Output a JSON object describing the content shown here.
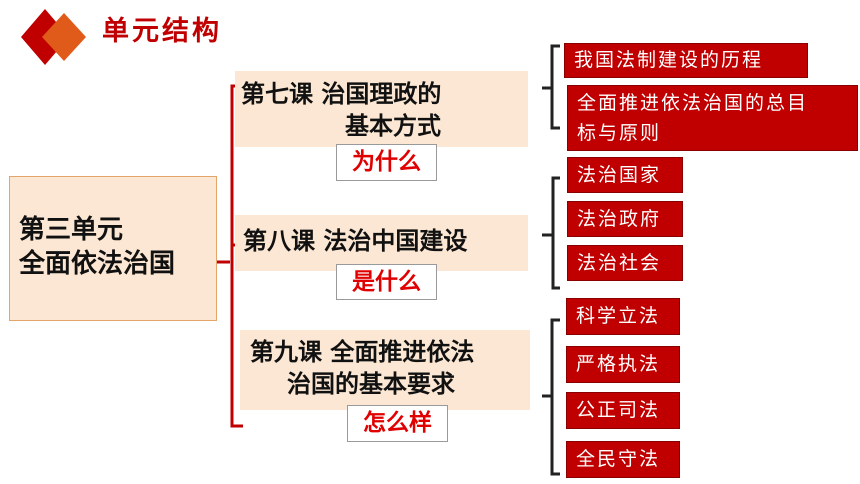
{
  "header": {
    "title": "单元结构"
  },
  "root": {
    "line1": "第三单元",
    "line2": "全面依法治国"
  },
  "lessons": [
    {
      "line1": "第七课  治国理政的",
      "line2": "基本方式",
      "question": "为什么"
    },
    {
      "line1": "第八课  法治中国建设",
      "question": "是什么"
    },
    {
      "line1": "第九课  全面推进依法",
      "line2": "治国的基本要求",
      "question": "怎么样"
    }
  ],
  "lesson7_items": [
    "我国法制建设的历程",
    "全面推进依法治国的总目",
    "标与原则"
  ],
  "lesson8_items": [
    "法治国家",
    "法治政府",
    "法治社会"
  ],
  "lesson9_items": [
    "科学立法",
    "严格执法",
    "公正司法",
    "全民守法"
  ],
  "colors": {
    "accent": "#c00000",
    "panel": "#fbe7d3",
    "question_text": "#e00000"
  }
}
